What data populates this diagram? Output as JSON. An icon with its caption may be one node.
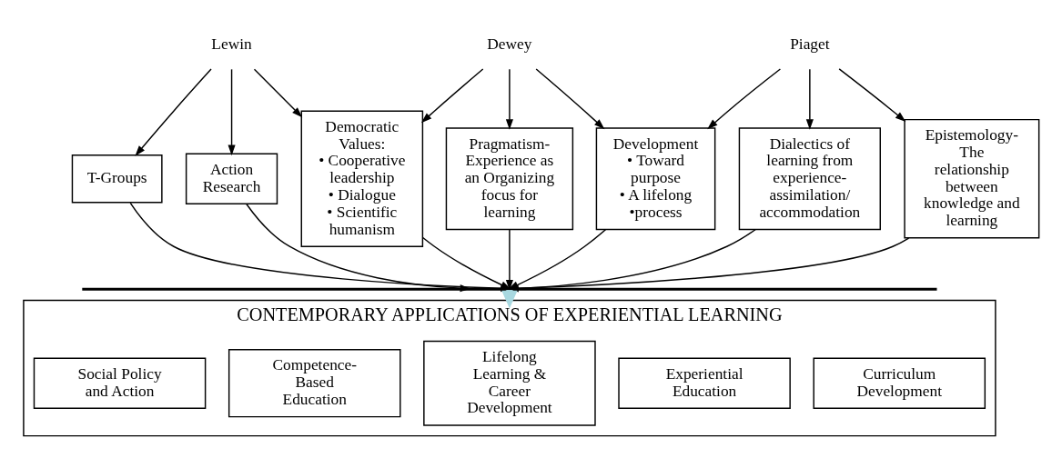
{
  "diagram": {
    "nodes": [
      {
        "text": [
          "Lewin"
        ]
      },
      {
        "text": [
          "Dewey"
        ]
      },
      {
        "text": [
          "Piaget"
        ]
      },
      {
        "text": [
          "T-Groups"
        ]
      },
      {
        "text": [
          "Action Research"
        ]
      },
      {
        "text": [
          "Democratic Values:",
          "• Cooperative leadership",
          "• Dialogue",
          "• Scientific humanism"
        ]
      },
      {
        "text": [
          "Pragmatism-Experience as an Organizing focus for learning"
        ]
      },
      {
        "text": [
          "Development",
          "• Toward purpose",
          "• A lifelong",
          "•process"
        ]
      },
      {
        "text": [
          "Dialectics of learning from experience-assimilation/ accommodation"
        ]
      },
      {
        "text": [
          "Epistemology-The relationship between knowledge and learning"
        ]
      },
      {
        "text": [],
        "shape": "bar"
      },
      {
        "text": [
          "CONTEMPORARY APPLICATIONS OF EXPERIENTIAL LEARNING"
        ]
      },
      {
        "text": [
          "Social Policy and Action"
        ],
        "in": 11
      },
      {
        "text": [
          "Competence-Based Education"
        ],
        "in": 11
      },
      {
        "text": [
          "Lifelong Learning & Career Development"
        ],
        "in": 11
      },
      {
        "text": [
          "Experiential Education"
        ],
        "in": 11
      },
      {
        "text": [
          "Curriculum Development"
        ],
        "in": 11
      }
    ],
    "edges": [
      {
        "from": 0,
        "to": 3,
        "arrow": "to"
      },
      {
        "from": 0,
        "to": 4,
        "arrow": "to"
      },
      {
        "from": 0,
        "to": 5,
        "arrow": "to"
      },
      {
        "from": 1,
        "to": 5,
        "arrow": "to"
      },
      {
        "from": 1,
        "to": 6,
        "arrow": "to"
      },
      {
        "from": 1,
        "to": 7,
        "arrow": "to"
      },
      {
        "from": 2,
        "to": 7,
        "arrow": "to"
      },
      {
        "from": 2,
        "to": 8,
        "arrow": "to"
      },
      {
        "from": 2,
        "to": 9,
        "arrow": "to"
      },
      {
        "from": 3,
        "to": 10,
        "arrow": "to"
      },
      {
        "from": 4,
        "to": 10,
        "arrow": "to"
      },
      {
        "from": 5,
        "to": 10,
        "arrow": "to"
      },
      {
        "from": 6,
        "to": 10,
        "arrow": "to"
      },
      {
        "from": 7,
        "to": 10,
        "arrow": "to"
      },
      {
        "from": 8,
        "to": 10,
        "arrow": "to"
      },
      {
        "from": 9,
        "to": 10,
        "arrow": "to"
      },
      {
        "from": 10,
        "to": 11,
        "arrow": "to",
        "style": "thick",
        "color": "#a8d8e0"
      }
    ]
  }
}
